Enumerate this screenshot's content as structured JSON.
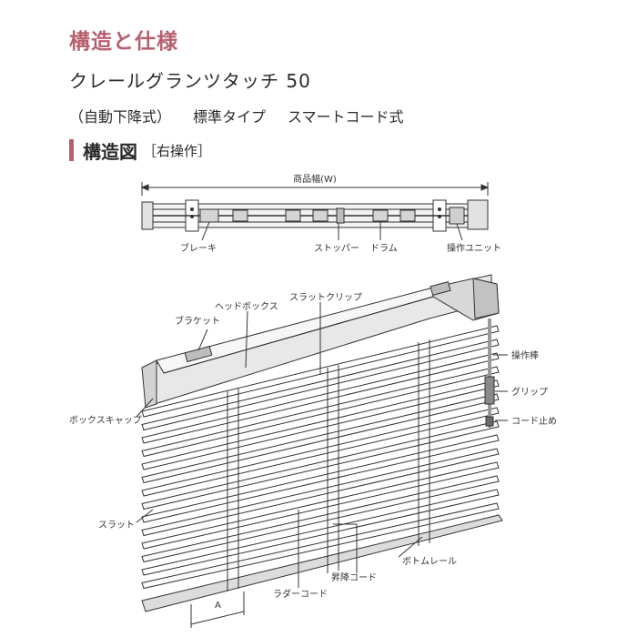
{
  "header": {
    "title": "構造と仕様",
    "product": "クレールグランツタッチ 50",
    "mechanism": "（自動下降式）",
    "type": "標準タイプ",
    "cord": "スマートコード式"
  },
  "section": {
    "heading": "構造図",
    "subheading": "［右操作］"
  },
  "top_view": {
    "width_label": "商品幅(W)",
    "labels": {
      "brake": "ブレーキ",
      "stopper": "ストッパー",
      "drum": "ドラム",
      "unit": "操作ユニット"
    }
  },
  "main_view": {
    "labels": {
      "bracket": "ブラケット",
      "headbox": "ヘッドボックス",
      "clip": "スラットクリップ",
      "wand": "操作棒",
      "grip": "グリップ",
      "cord_stop": "コード止め",
      "box_cap": "ボックスキャップ",
      "slat": "スラット",
      "bottom_rail": "ボトムレール",
      "lift_cord": "昇降コード",
      "ladder": "ラダーコード",
      "dim_a": "A"
    }
  },
  "colors": {
    "accent": "#b85f6e",
    "line": "#333333",
    "box_fill": "#e8e8e8"
  }
}
